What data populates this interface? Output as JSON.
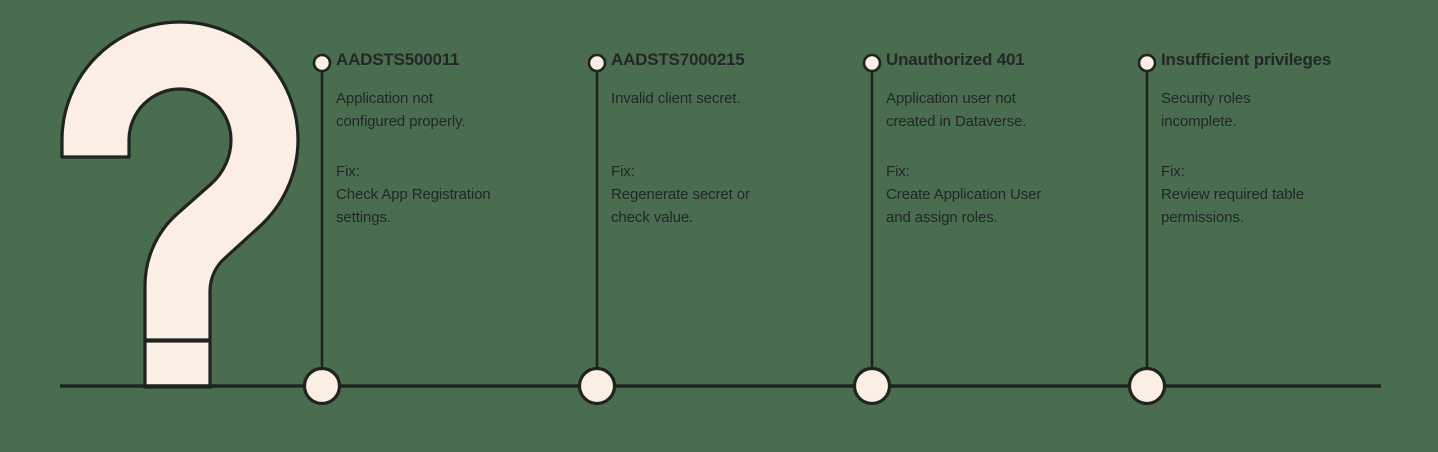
{
  "diagram": {
    "title_glyph": "?",
    "glyph_name": "question-mark-graphic",
    "background_color": "#4a6d4f",
    "accent_fill_color": "#fbeee5",
    "stroke_color": "#1f2421",
    "text_color": "#23272a",
    "baseline_label": "timeline-baseline",
    "fix_label": "Fix:",
    "columns": [
      {
        "id": "aadsts500011",
        "heading": "AADSTS500011",
        "description": "Application not\nconfigured properly.",
        "fix_label": "Fix:",
        "fix_text": "Check App Registration\nsettings."
      },
      {
        "id": "aadsts7000215",
        "heading": "AADSTS7000215",
        "description": "Invalid client secret.",
        "fix_label": "Fix:",
        "fix_text": "Regenerate secret or\ncheck value."
      },
      {
        "id": "unauthorized-401",
        "heading": "Unauthorized 401",
        "description": "Application user not\ncreated in Dataverse.",
        "fix_label": "Fix:",
        "fix_text": "Create Application User\nand assign roles."
      },
      {
        "id": "insufficient-privileges",
        "heading": "Insufficient privileges",
        "description": "Security roles\nincomplete.",
        "fix_label": "Fix:",
        "fix_text": "Review required table\npermissions."
      }
    ]
  }
}
